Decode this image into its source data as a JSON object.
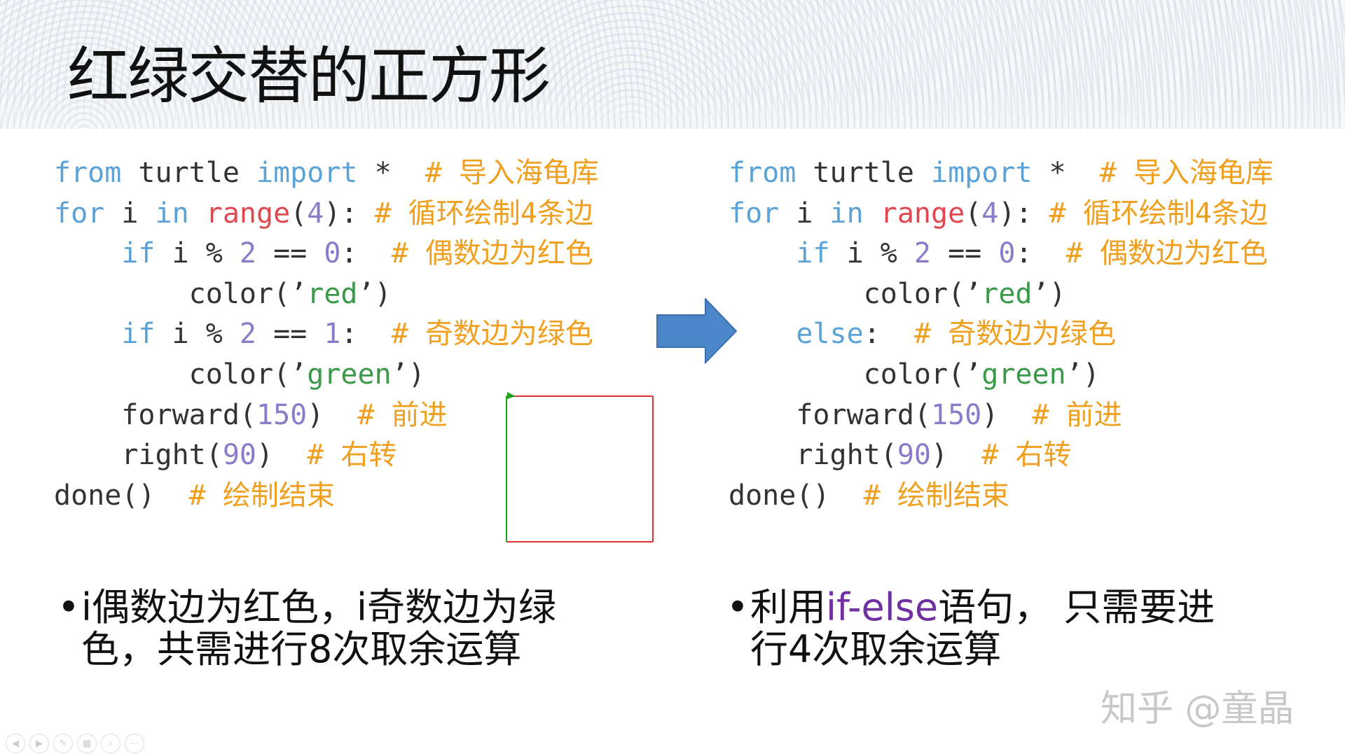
{
  "slide": {
    "title": "红绿交替的正方形"
  },
  "left_code": [
    [
      {
        "t": "from",
        "c": "kw"
      },
      {
        "t": " turtle ",
        "c": ""
      },
      {
        "t": "import",
        "c": "kw"
      },
      {
        "t": " *  ",
        "c": ""
      },
      {
        "t": "# 导入海龟库",
        "c": "cm"
      }
    ],
    [
      {
        "t": "for",
        "c": "kw"
      },
      {
        "t": " i ",
        "c": ""
      },
      {
        "t": "in",
        "c": "kw"
      },
      {
        "t": " ",
        "c": ""
      },
      {
        "t": "range",
        "c": "fn"
      },
      {
        "t": "(",
        "c": ""
      },
      {
        "t": "4",
        "c": "num"
      },
      {
        "t": "): ",
        "c": ""
      },
      {
        "t": "# 循环绘制4条边",
        "c": "cm"
      }
    ],
    [
      {
        "t": "    ",
        "c": ""
      },
      {
        "t": "if",
        "c": "kw"
      },
      {
        "t": " i % ",
        "c": ""
      },
      {
        "t": "2",
        "c": "num"
      },
      {
        "t": " == ",
        "c": ""
      },
      {
        "t": "0",
        "c": "num"
      },
      {
        "t": ":  ",
        "c": ""
      },
      {
        "t": "# 偶数边为红色",
        "c": "cm"
      }
    ],
    [
      {
        "t": "        color(’",
        "c": ""
      },
      {
        "t": "red",
        "c": "str"
      },
      {
        "t": "’)",
        "c": ""
      }
    ],
    [
      {
        "t": "    ",
        "c": ""
      },
      {
        "t": "if",
        "c": "kw"
      },
      {
        "t": " i % ",
        "c": ""
      },
      {
        "t": "2",
        "c": "num"
      },
      {
        "t": " == ",
        "c": ""
      },
      {
        "t": "1",
        "c": "num"
      },
      {
        "t": ":  ",
        "c": ""
      },
      {
        "t": "# 奇数边为绿色",
        "c": "cm"
      }
    ],
    [
      {
        "t": "        color(’",
        "c": ""
      },
      {
        "t": "green",
        "c": "str"
      },
      {
        "t": "’)",
        "c": ""
      }
    ],
    [
      {
        "t": "    forward(",
        "c": ""
      },
      {
        "t": "150",
        "c": "num"
      },
      {
        "t": ")  ",
        "c": ""
      },
      {
        "t": "# 前进",
        "c": "cm"
      }
    ],
    [
      {
        "t": "    right(",
        "c": ""
      },
      {
        "t": "90",
        "c": "num"
      },
      {
        "t": ")  ",
        "c": ""
      },
      {
        "t": "# 右转",
        "c": "cm"
      }
    ],
    [
      {
        "t": "done()  ",
        "c": ""
      },
      {
        "t": "# 绘制结束",
        "c": "cm"
      }
    ]
  ],
  "right_code": [
    [
      {
        "t": "from",
        "c": "kw"
      },
      {
        "t": " turtle ",
        "c": ""
      },
      {
        "t": "import",
        "c": "kw"
      },
      {
        "t": " *  ",
        "c": ""
      },
      {
        "t": "# 导入海龟库",
        "c": "cm"
      }
    ],
    [
      {
        "t": "for",
        "c": "kw"
      },
      {
        "t": " i ",
        "c": ""
      },
      {
        "t": "in",
        "c": "kw"
      },
      {
        "t": " ",
        "c": ""
      },
      {
        "t": "range",
        "c": "fn"
      },
      {
        "t": "(",
        "c": ""
      },
      {
        "t": "4",
        "c": "num"
      },
      {
        "t": "): ",
        "c": ""
      },
      {
        "t": "# 循环绘制4条边",
        "c": "cm"
      }
    ],
    [
      {
        "t": "    ",
        "c": ""
      },
      {
        "t": "if",
        "c": "kw"
      },
      {
        "t": " i % ",
        "c": ""
      },
      {
        "t": "2",
        "c": "num"
      },
      {
        "t": " == ",
        "c": ""
      },
      {
        "t": "0",
        "c": "num"
      },
      {
        "t": ":  ",
        "c": ""
      },
      {
        "t": "# 偶数边为红色",
        "c": "cm"
      }
    ],
    [
      {
        "t": "        color(’",
        "c": ""
      },
      {
        "t": "red",
        "c": "str"
      },
      {
        "t": "’)",
        "c": ""
      }
    ],
    [
      {
        "t": "    ",
        "c": ""
      },
      {
        "t": "else",
        "c": "kw"
      },
      {
        "t": ":  ",
        "c": ""
      },
      {
        "t": "# 奇数边为绿色",
        "c": "cm"
      }
    ],
    [
      {
        "t": "        color(’",
        "c": ""
      },
      {
        "t": "green",
        "c": "str"
      },
      {
        "t": "’)",
        "c": ""
      }
    ],
    [
      {
        "t": "    forward(",
        "c": ""
      },
      {
        "t": "150",
        "c": "num"
      },
      {
        "t": ")  ",
        "c": ""
      },
      {
        "t": "# 前进",
        "c": "cm"
      }
    ],
    [
      {
        "t": "    right(",
        "c": ""
      },
      {
        "t": "90",
        "c": "num"
      },
      {
        "t": ")  ",
        "c": ""
      },
      {
        "t": "# 右转",
        "c": "cm"
      }
    ],
    [
      {
        "t": "done()  ",
        "c": ""
      },
      {
        "t": "# 绘制结束",
        "c": "cm"
      }
    ]
  ],
  "bullets": {
    "left": {
      "line1": "i偶数边为红色，i奇数边为绿",
      "line2": "色，共需进行8次取余运算"
    },
    "right": {
      "pre": "利用",
      "highlight": "if-else",
      "post": "语句， 只需要进",
      "line2": "行4次取余运算"
    }
  },
  "bullet_char": "•",
  "watermark": "知乎 @童晶",
  "colors": {
    "keyword": "#5ba3d6",
    "builtin": "#e0474f",
    "number": "#8b7bc9",
    "string": "#3a9a48",
    "comment": "#f0a020",
    "arrow": "#4a86c8",
    "square_red": "#e03030",
    "square_green": "#20a020",
    "highlight": "#7030a0"
  },
  "nav_icons": [
    "prev-icon",
    "next-icon",
    "pen-icon",
    "slides-icon",
    "zoom-icon",
    "more-icon"
  ]
}
